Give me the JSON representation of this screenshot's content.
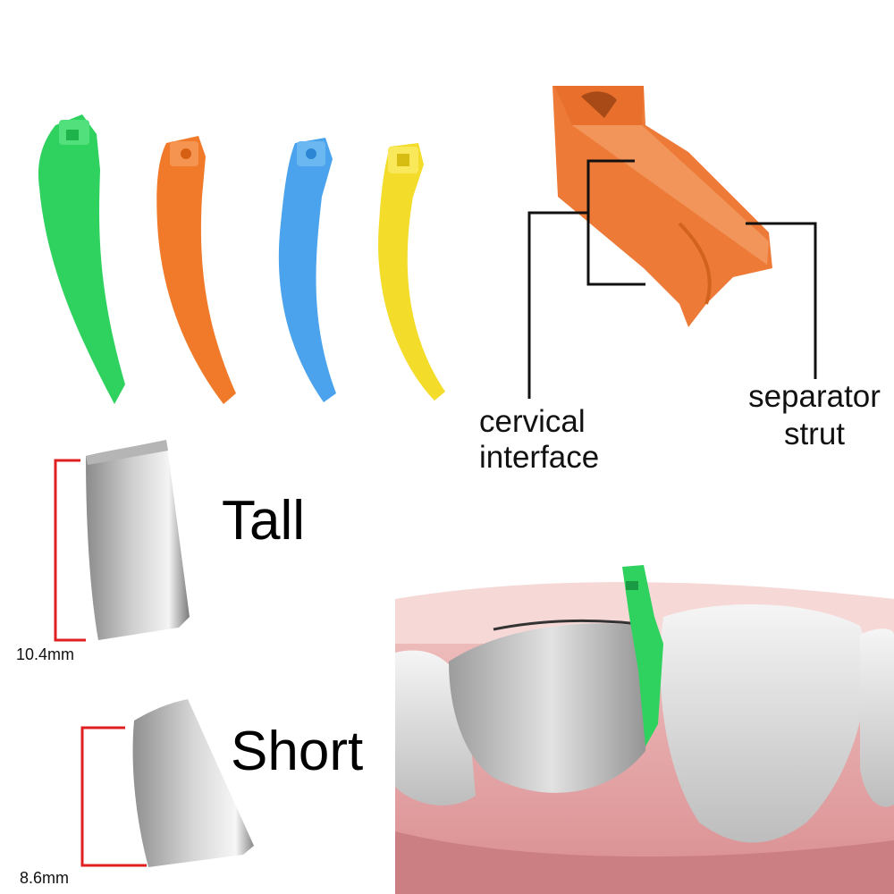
{
  "labels": {
    "cervical_line1": "cervical",
    "cervical_line2": "interface",
    "separator_line1": "separator",
    "separator_line2": "strut",
    "tall": "Tall",
    "short": "Short",
    "tall_dim": "10.4mm",
    "short_dim": "8.6mm"
  },
  "wedges": [
    {
      "name": "green-wedge",
      "color": "#2fd25f"
    },
    {
      "name": "orange-wedge",
      "color": "#f07a2a"
    },
    {
      "name": "blue-wedge",
      "color": "#4aa3ec"
    },
    {
      "name": "yellow-wedge",
      "color": "#f3dc2a"
    }
  ],
  "colors": {
    "leader_line": "#111111",
    "dimension_line": "#e02020",
    "wedge_detail": "#ee7a38",
    "gum": "#e7a3a4",
    "tooth": "#d8d8d8"
  }
}
